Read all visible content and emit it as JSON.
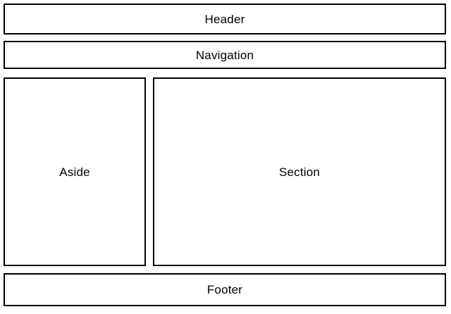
{
  "page": {
    "title": "HTML5 semantic layout wireframe",
    "background_color": "#ffffff",
    "border_color": "#000000",
    "text_color": "#000000"
  },
  "regions": [
    {
      "id": "header",
      "label": "Header"
    },
    {
      "id": "navigation",
      "label": "Navigation"
    },
    {
      "id": "aside",
      "label": "Aside"
    },
    {
      "id": "section",
      "label": "Section"
    },
    {
      "id": "footer",
      "label": "Footer"
    }
  ]
}
